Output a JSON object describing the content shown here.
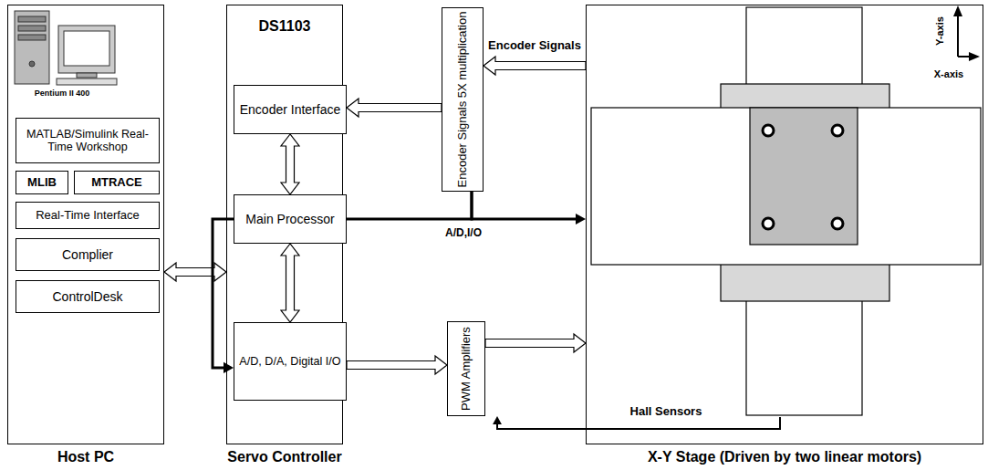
{
  "diagram": {
    "nodes": [
      {
        "text": [
          "Host PC"
        ]
      },
      {
        "text": [
          "MATLAB/Simulink Real-Time Workshop"
        ],
        "in": 0
      },
      {
        "text": [
          "MLIB"
        ],
        "in": 0
      },
      {
        "text": [
          "MTRACE"
        ],
        "in": 0
      },
      {
        "text": [
          "Real-Time Interface"
        ],
        "in": 0
      },
      {
        "text": [
          "Complier"
        ],
        "in": 0
      },
      {
        "text": [
          "ControlDesk"
        ],
        "in": 0
      },
      {
        "text": [
          "DS1103",
          "Servo Controller"
        ]
      },
      {
        "text": [
          "Encoder Interface"
        ],
        "in": 7
      },
      {
        "text": [
          "Main Processor"
        ],
        "in": 7
      },
      {
        "text": [
          "A/D, D/A, Digital I/O"
        ],
        "in": 7
      },
      {
        "text": [
          "Encoder Signals 5X multiplication"
        ]
      },
      {
        "text": [
          "PWM Amplifiers"
        ]
      },
      {
        "text": [
          "X-Y Stage (Driven by two linear motors)"
        ]
      }
    ],
    "edges": [
      {
        "from": 0,
        "to": 7,
        "arrow": "both"
      },
      {
        "from": 8,
        "to": 9,
        "arrow": "both"
      },
      {
        "from": 9,
        "to": 10,
        "arrow": "both"
      },
      {
        "from": 11,
        "to": 8,
        "arrow": "to"
      },
      {
        "from": 13,
        "to": 11,
        "arrow": "to",
        "label": "Encoder Signals"
      },
      {
        "from": 11,
        "to": 10,
        "arrow": "to"
      },
      {
        "from": 11,
        "to": 13,
        "arrow": "to"
      },
      {
        "from": 10,
        "to": 12,
        "arrow": "to"
      },
      {
        "from": 12,
        "to": 13,
        "arrow": "to"
      },
      {
        "from": 13,
        "to": 12,
        "arrow": "to",
        "label": "Hall Sensors"
      }
    ],
    "labels": [
      "Pentium II 400",
      "A/D,I/O",
      "Y-axis",
      "X-axis"
    ]
  }
}
